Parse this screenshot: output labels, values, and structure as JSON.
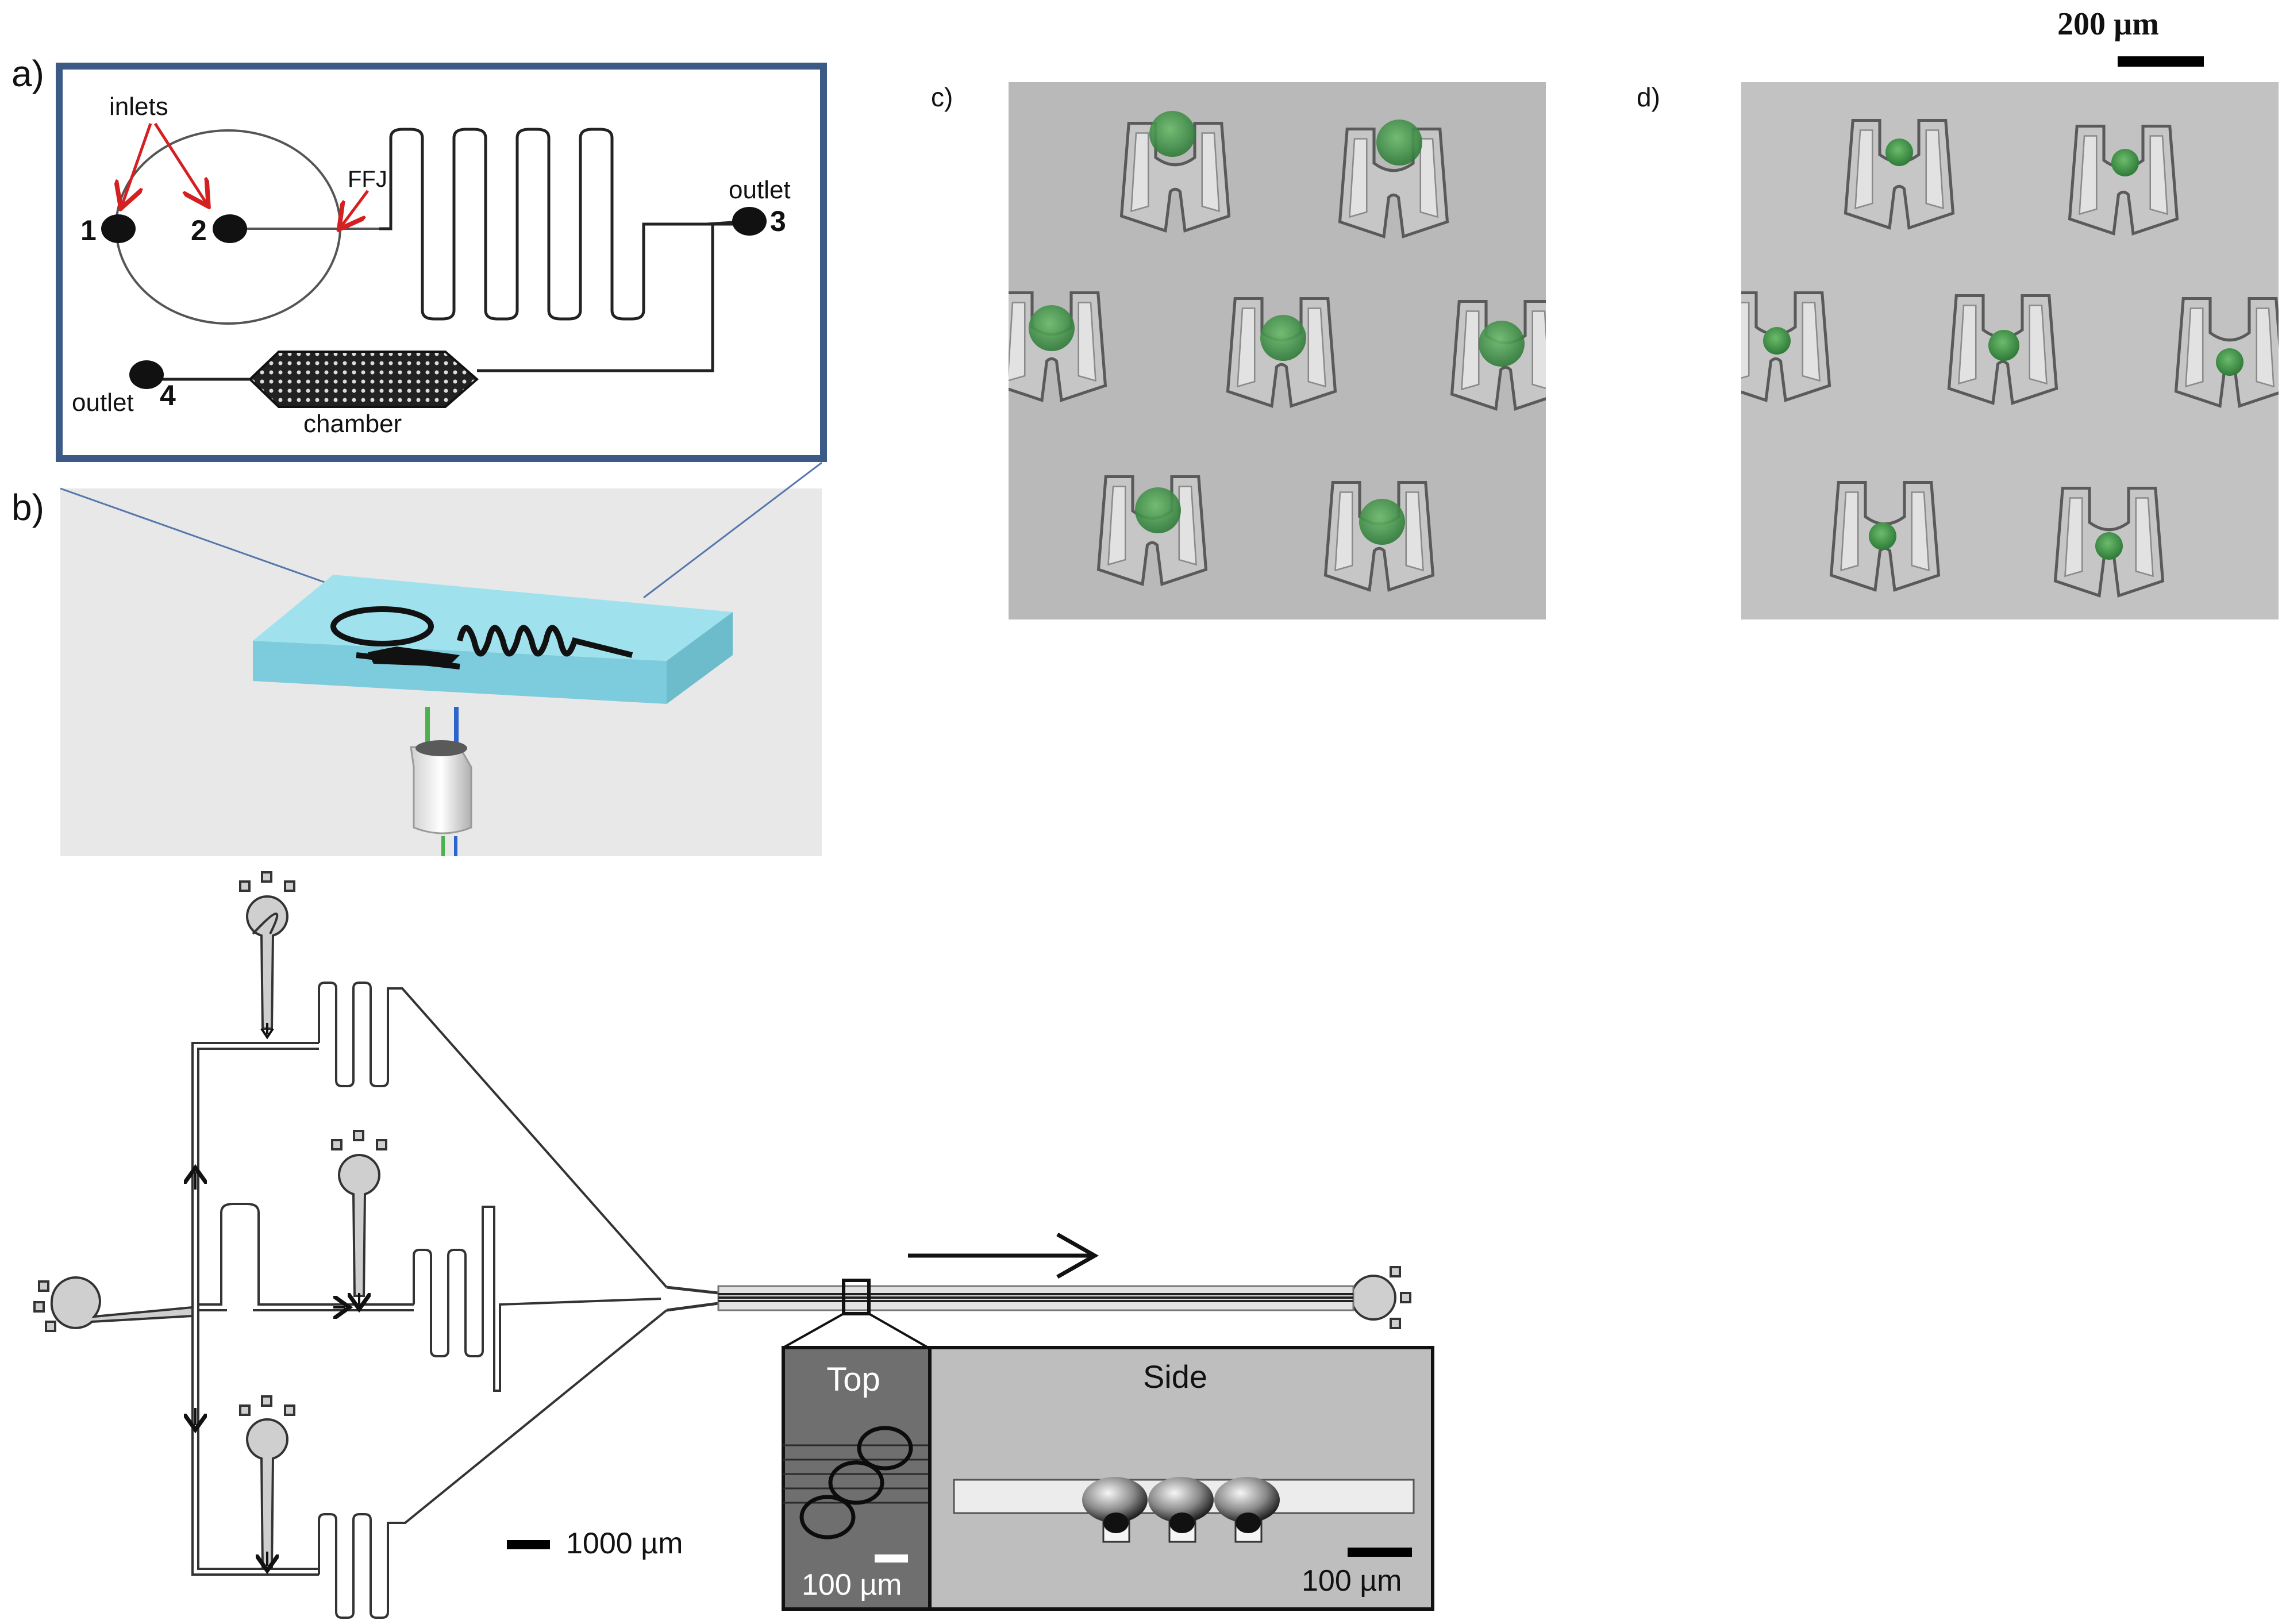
{
  "panels": {
    "a": {
      "label": "a)",
      "inlets_label": "inlets",
      "ffj_label": "FFJ",
      "outlet3_label": "outlet",
      "outlet4_label": "outlet",
      "port1": "1",
      "port2": "2",
      "port3": "3",
      "port4": "4",
      "chamber_label": "chamber"
    },
    "b": {
      "label": "b)"
    },
    "c": {
      "label": "c)"
    },
    "d": {
      "label": "d)",
      "scale_label": "200 µm"
    },
    "bottom": {
      "scale_label": "1000 µm",
      "inset_top_label": "Top",
      "inset_side_label": "Side",
      "inset_top_scale": "100 µm",
      "inset_side_scale": "100 µm"
    }
  },
  "colors": {
    "frame_blue": "#3b5a86",
    "inlet_arrow_red": "#d42020",
    "chip_cyan": "#8fdbe8",
    "micro_bg": "#b9b9b9",
    "bead_green": "#3f9a4a"
  }
}
